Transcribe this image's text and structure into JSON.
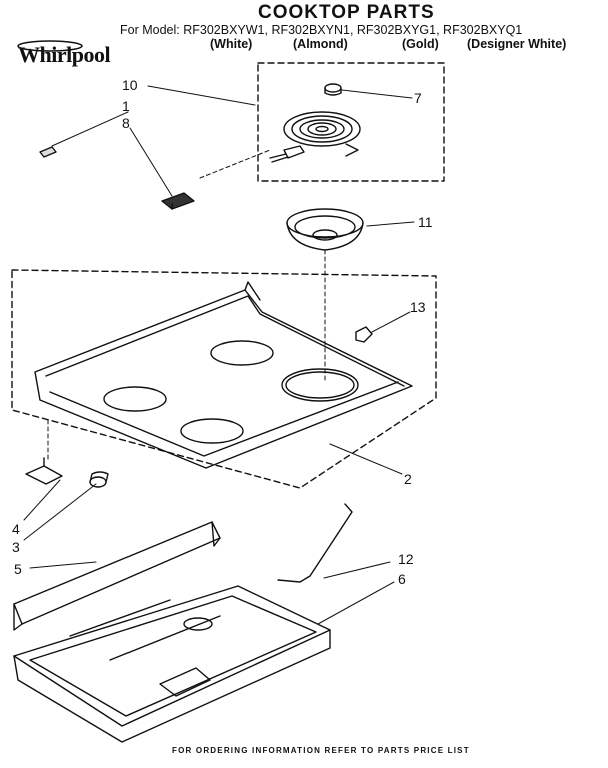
{
  "header": {
    "title": "COOKTOP PARTS",
    "models_line": "For Model: RF302BXYW1, RF302BXYN1, RF302BXYG1, RF302BXYQ1",
    "variants": [
      "(White)",
      "(Almond)",
      "(Gold)",
      "(Designer White)"
    ]
  },
  "logo": {
    "text": "Whirlpool"
  },
  "callouts": [
    "10",
    "1",
    "8",
    "7",
    "11",
    "13",
    "2",
    "4",
    "3",
    "5",
    "12",
    "6"
  ],
  "footer": "FOR ORDERING INFORMATION REFER TO PARTS PRICE LIST"
}
